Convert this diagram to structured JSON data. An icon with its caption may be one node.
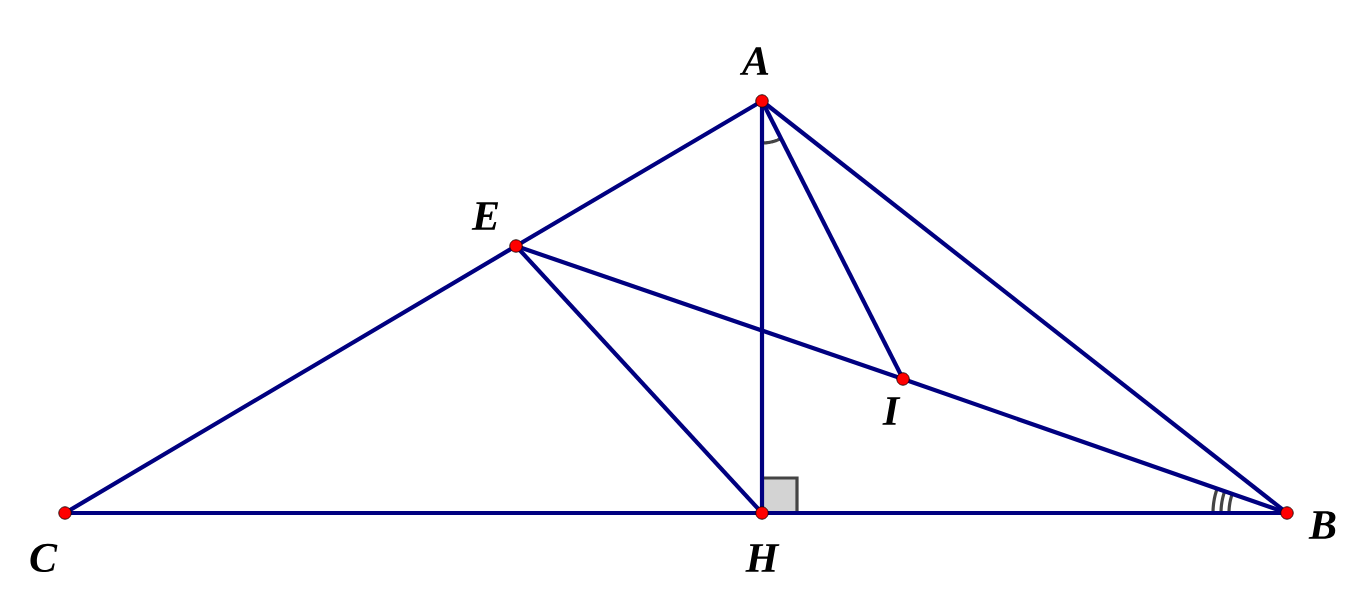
{
  "diagram": {
    "nodes": [
      {
        "text": [
          "A"
        ]
      },
      {
        "text": [
          "B"
        ]
      },
      {
        "text": [
          "C"
        ]
      },
      {
        "text": [
          "E"
        ]
      },
      {
        "text": [
          "H"
        ]
      },
      {
        "text": [
          "I"
        ]
      }
    ],
    "edges": [
      {
        "from": 0,
        "to": 3,
        "arrow": "none"
      },
      {
        "from": 3,
        "to": 2,
        "arrow": "none"
      },
      {
        "from": 2,
        "to": 4,
        "arrow": "none"
      },
      {
        "from": 4,
        "to": 1,
        "arrow": "none"
      },
      {
        "from": 1,
        "to": 0,
        "arrow": "none"
      },
      {
        "from": 0,
        "to": 4,
        "arrow": "none"
      },
      {
        "from": 3,
        "to": 4,
        "arrow": "none"
      },
      {
        "from": 3,
        "to": 5,
        "arrow": "none"
      },
      {
        "from": 5,
        "to": 1,
        "arrow": "none"
      },
      {
        "from": 0,
        "to": 5,
        "arrow": "none"
      }
    ]
  }
}
